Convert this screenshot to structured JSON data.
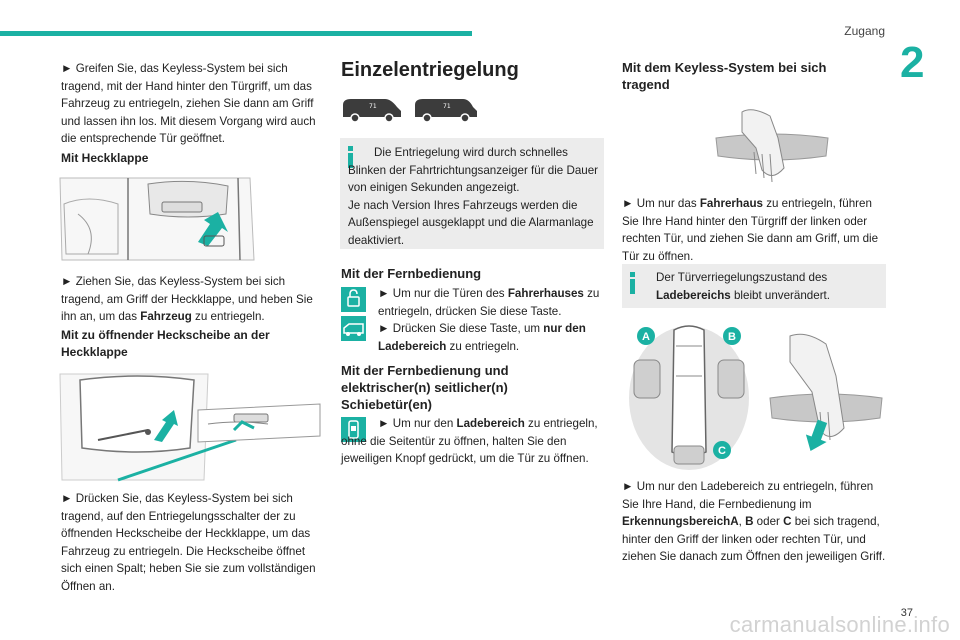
{
  "header": {
    "section": "Zugang",
    "chapter": "2"
  },
  "footer": {
    "page": "37",
    "watermark": "carmanualsonline.info"
  },
  "col1": {
    "p1_pre": "► Greifen Sie, das Keyless-System bei sich tragend, mit der Hand hinter den Türgriff, um das Fahrzeug zu entriegeln, ziehen Sie dann am Griff und lassen ihn los. Mit diesem Vorgang wird auch die entsprechende Tür geöffnet.",
    "h_tailgate": "Mit Heckklappe",
    "p2_pre": "► Ziehen Sie, das Keyless-System bei sich tragend, am Griff der Heckklappe, und heben Sie ihn an, um das ",
    "p2_bold": "Fahrzeug",
    "p2_post": " zu entriegeln.",
    "h_window": "Mit zu öffnender Heckscheibe an der Heckklappe",
    "p3": "► Drücken Sie, das Keyless-System bei sich tragend, auf den Entriegelungsschalter der zu öffnenden Heckscheibe der Heckklappe, um das Fahrzeug zu entriegeln. Die Heckscheibe öffnet sich einen Spalt; heben Sie sie zum vollständigen Öffnen an."
  },
  "col2": {
    "title": "Einzelentriegelung",
    "info": "Die Entriegelung wird durch schnelles Blinken der Fahrtrichtungsanzeiger für die Dauer von einigen Sekunden angezeigt.\nJe nach Version Ihres Fahrzeugs werden die Außenspiegel ausgeklappt und die Alarmanlage deaktiviert.",
    "h_remote": "Mit der Fernbedienung",
    "r1_pre": "► Um nur die Türen des ",
    "r1_bold": "Fahrerhauses",
    "r1_post": " zu entriegeln, drücken Sie diese Taste.",
    "r2_pre": "► Drücken Sie diese Taste, um ",
    "r2_bold": "nur den Ladebereich",
    "r2_post": " zu entriegeln.",
    "h_sliding": "Mit der Fernbedienung und elektrischer(n) seitlicher(n) Schiebetür(en)",
    "s1_pre": "► Um nur den ",
    "s1_bold": "Ladebereich",
    "s1_post": " zu entriegeln, ohne die Seitentür zu öffnen, halten Sie den jeweiligen Knopf gedrückt, um die Tür zu öffnen."
  },
  "col3": {
    "h_keyless": "Mit dem Keyless-System bei sich tragend",
    "k1_pre": "► Um nur das ",
    "k1_bold": "Fahrerhaus",
    "k1_post": " zu entriegeln, führen Sie Ihre Hand hinter den Türgriff der linken oder rechten Tür, und ziehen Sie dann am Griff, um die Tür zu öffnen.",
    "info_pre": "Der Türverriegelungszustand des ",
    "info_bold": "Ladebereichs",
    "info_post": " bleibt unverändert.",
    "zone_a": "A",
    "zone_b": "B",
    "zone_c": "C",
    "k2_pre": "► Um nur den Ladebereich zu entriegeln, führen Sie Ihre Hand, die Fernbedienung im ",
    "k2_b1": "ErkennungsbereichA",
    "k2_m1": ", ",
    "k2_b2": "B",
    "k2_m2": " oder ",
    "k2_b3": "C",
    "k2_post": " bei sich tragend, hinter den Griff der linken oder rechten Tür, und ziehen Sie danach zum Öffnen den jeweiligen Griff."
  },
  "colors": {
    "accent": "#1bb1a3",
    "info_bg": "#ececec"
  }
}
